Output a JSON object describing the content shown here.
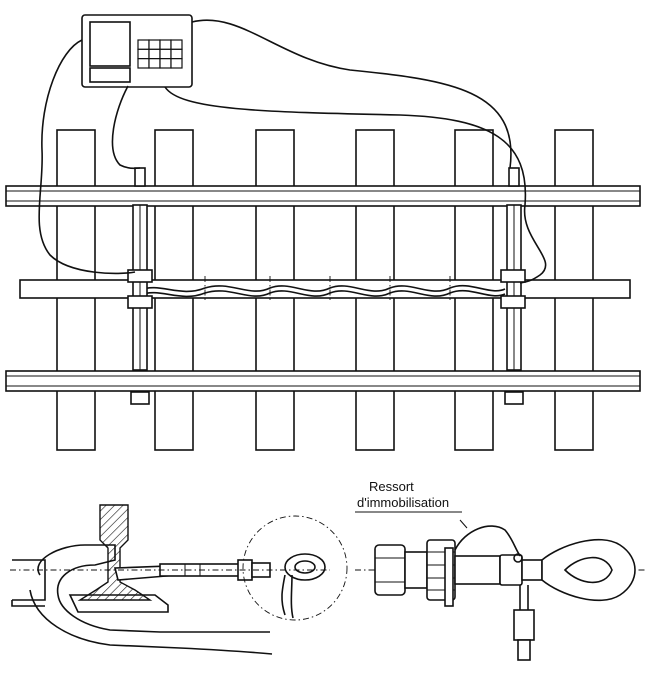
{
  "detail_label": {
    "line1": "Ressort",
    "line2": "d'immobilisation"
  },
  "keypad": {
    "rows": 3,
    "cols": 4
  }
}
